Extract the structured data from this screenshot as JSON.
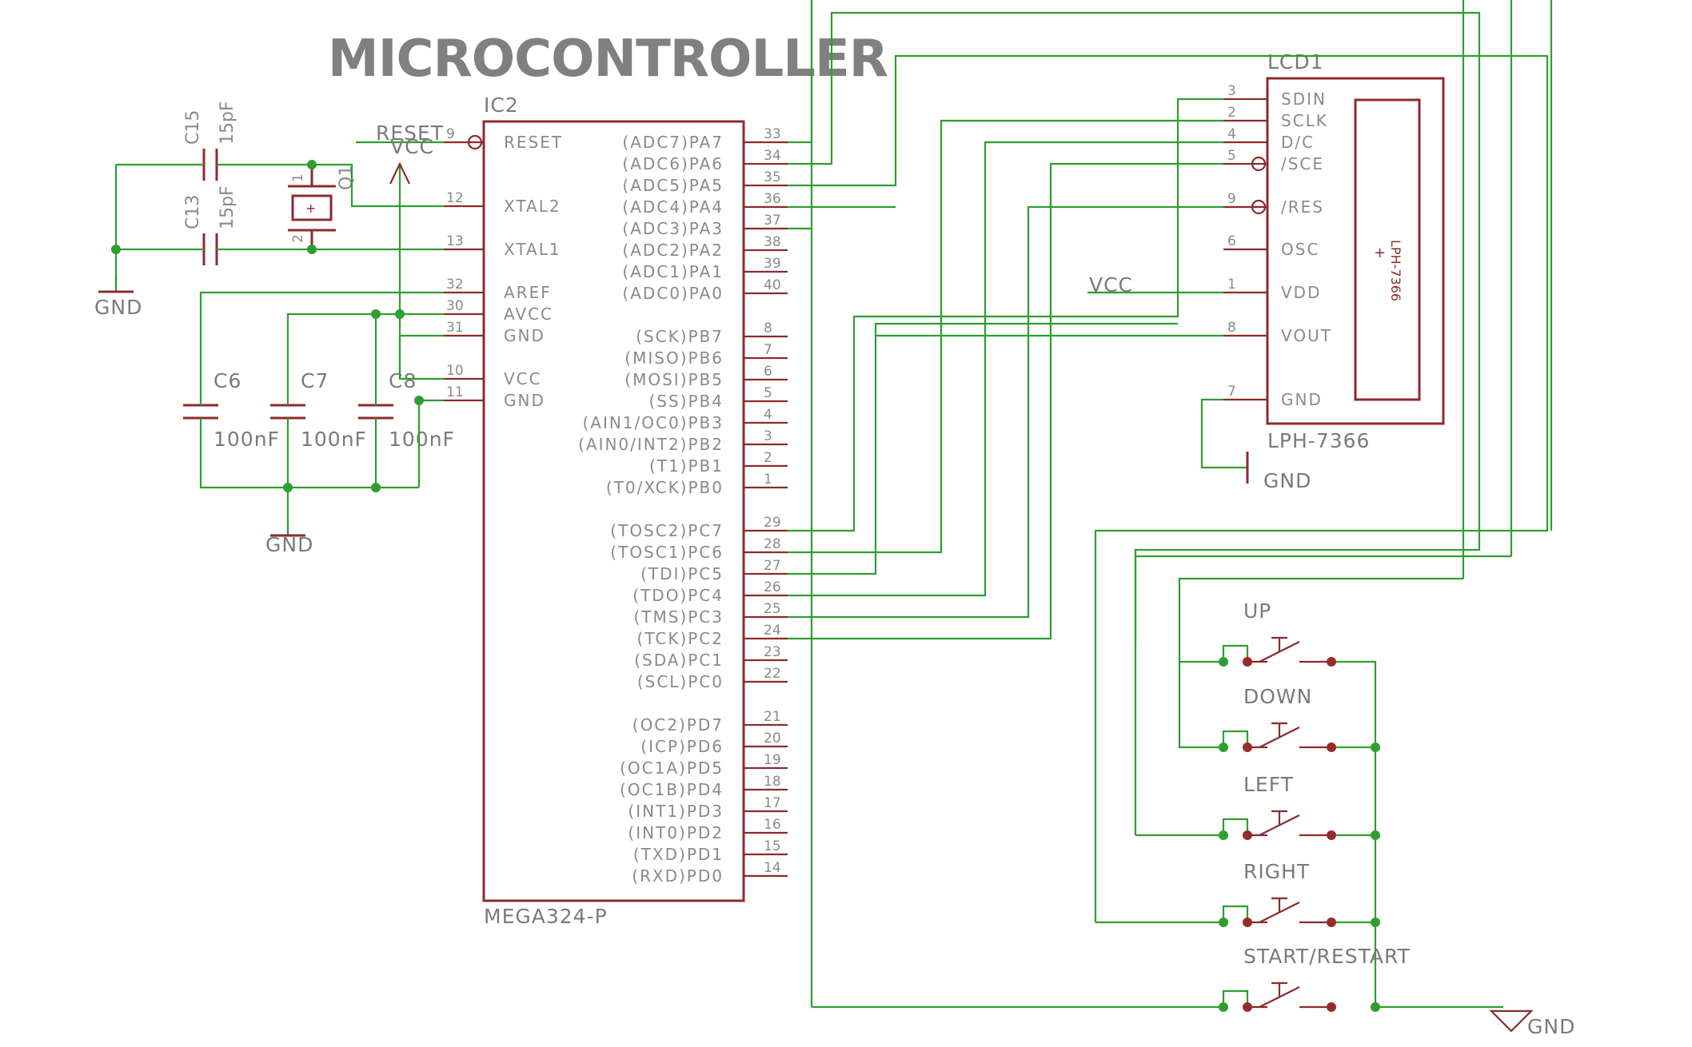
{
  "title": "MICROCONTROLLER",
  "ic2": {
    "ref": "IC2",
    "part": "MEGA324-P",
    "left_pins": [
      {
        "num": "9",
        "name": "RESET"
      },
      {
        "num": "12",
        "name": "XTAL2"
      },
      {
        "num": "13",
        "name": "XTAL1"
      },
      {
        "num": "32",
        "name": "AREF"
      },
      {
        "num": "30",
        "name": "AVCC"
      },
      {
        "num": "31",
        "name": "GND"
      },
      {
        "num": "10",
        "name": "VCC"
      },
      {
        "num": "11",
        "name": "GND"
      }
    ],
    "right_pins": [
      {
        "num": "33",
        "name": "(ADC7)PA7"
      },
      {
        "num": "34",
        "name": "(ADC6)PA6"
      },
      {
        "num": "35",
        "name": "(ADC5)PA5"
      },
      {
        "num": "36",
        "name": "(ADC4)PA4"
      },
      {
        "num": "37",
        "name": "(ADC3)PA3"
      },
      {
        "num": "38",
        "name": "(ADC2)PA2"
      },
      {
        "num": "39",
        "name": "(ADC1)PA1"
      },
      {
        "num": "40",
        "name": "(ADC0)PA0"
      },
      {
        "num": "8",
        "name": "(SCK)PB7"
      },
      {
        "num": "7",
        "name": "(MISO)PB6"
      },
      {
        "num": "6",
        "name": "(MOSI)PB5"
      },
      {
        "num": "5",
        "name": "(SS)PB4"
      },
      {
        "num": "4",
        "name": "(AIN1/OC0)PB3"
      },
      {
        "num": "3",
        "name": "(AIN0/INT2)PB2"
      },
      {
        "num": "2",
        "name": "(T1)PB1"
      },
      {
        "num": "1",
        "name": "(T0/XCK)PB0"
      },
      {
        "num": "29",
        "name": "(TOSC2)PC7"
      },
      {
        "num": "28",
        "name": "(TOSC1)PC6"
      },
      {
        "num": "27",
        "name": "(TDI)PC5"
      },
      {
        "num": "26",
        "name": "(TDO)PC4"
      },
      {
        "num": "25",
        "name": "(TMS)PC3"
      },
      {
        "num": "24",
        "name": "(TCK)PC2"
      },
      {
        "num": "23",
        "name": "(SDA)PC1"
      },
      {
        "num": "22",
        "name": "(SCL)PC0"
      },
      {
        "num": "21",
        "name": "(OC2)PD7"
      },
      {
        "num": "20",
        "name": "(ICP)PD6"
      },
      {
        "num": "19",
        "name": "(OC1A)PD5"
      },
      {
        "num": "18",
        "name": "(OC1B)PD4"
      },
      {
        "num": "17",
        "name": "(INT1)PD3"
      },
      {
        "num": "16",
        "name": "(INT0)PD2"
      },
      {
        "num": "15",
        "name": "(TXD)PD1"
      },
      {
        "num": "14",
        "name": "(RXD)PD0"
      }
    ]
  },
  "lcd": {
    "ref": "LCD1",
    "part": "LPH-7366",
    "inner_text": "LPH-7366",
    "pins": [
      {
        "num": "3",
        "name": "SDIN"
      },
      {
        "num": "2",
        "name": "SCLK"
      },
      {
        "num": "4",
        "name": "D/C"
      },
      {
        "num": "5",
        "name": "/SCE"
      },
      {
        "num": "9",
        "name": "/RES"
      },
      {
        "num": "6",
        "name": "OSC"
      },
      {
        "num": "1",
        "name": "VDD"
      },
      {
        "num": "8",
        "name": "VOUT"
      },
      {
        "num": "7",
        "name": "GND"
      }
    ]
  },
  "crystal": {
    "ref": "Q1",
    "pin1": "1",
    "pin2": "2"
  },
  "caps": [
    {
      "ref": "C15",
      "value": "15pF"
    },
    {
      "ref": "C13",
      "value": "15pF"
    },
    {
      "ref": "C6",
      "value": "100nF"
    },
    {
      "ref": "C7",
      "value": "100nF"
    },
    {
      "ref": "C8",
      "value": "100nF"
    }
  ],
  "labels": {
    "reset": "RESET",
    "vcc": "VCC",
    "gnd": "GND"
  },
  "buttons": [
    "UP",
    "DOWN",
    "LEFT",
    "RIGHT",
    "START/RESTART"
  ],
  "colors": {
    "wire": "#2f9e2f",
    "component": "#8c2b2b",
    "text": "#7a7a7a"
  }
}
